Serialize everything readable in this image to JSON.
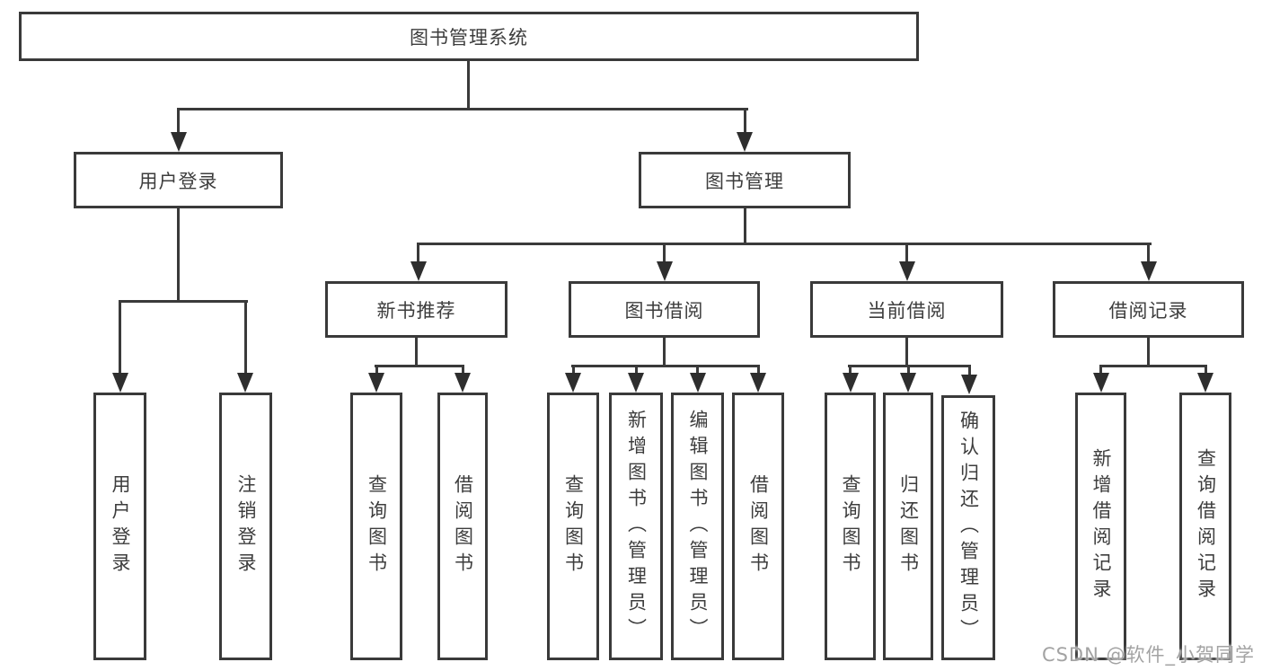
{
  "diagram": {
    "root": {
      "label": "图书管理系统"
    },
    "level2": [
      {
        "label": "用户登录"
      },
      {
        "label": "图书管理"
      }
    ],
    "level3": [
      {
        "label": "新书推荐"
      },
      {
        "label": "图书借阅"
      },
      {
        "label": "当前借阅"
      },
      {
        "label": "借阅记录"
      }
    ],
    "leaves": [
      {
        "label": "用户登录",
        "parent": "用户登录"
      },
      {
        "label": "注销登录",
        "parent": "用户登录"
      },
      {
        "label": "查询图书",
        "parent": "新书推荐"
      },
      {
        "label": "借阅图书",
        "parent": "新书推荐"
      },
      {
        "label": "查询图书",
        "parent": "图书借阅"
      },
      {
        "label": "新增图书（管理员）",
        "parent": "图书借阅"
      },
      {
        "label": "编辑图书（管理员）",
        "parent": "图书借阅"
      },
      {
        "label": "借阅图书",
        "parent": "图书借阅"
      },
      {
        "label": "查询图书",
        "parent": "当前借阅"
      },
      {
        "label": "归还图书",
        "parent": "当前借阅"
      },
      {
        "label": "确认归还（管理员）",
        "parent": "当前借阅"
      },
      {
        "label": "新增借阅记录",
        "parent": "借阅记录"
      },
      {
        "label": "查询借阅记录",
        "parent": "借阅记录"
      }
    ],
    "watermark": "CSDN @软件_小贺同学",
    "colors": {
      "line": "#3a3a3a",
      "arrow": "#2e2e2e",
      "text": "#3d3d3d",
      "watermark": "#a3a3a3",
      "background": "#ffffff"
    }
  }
}
